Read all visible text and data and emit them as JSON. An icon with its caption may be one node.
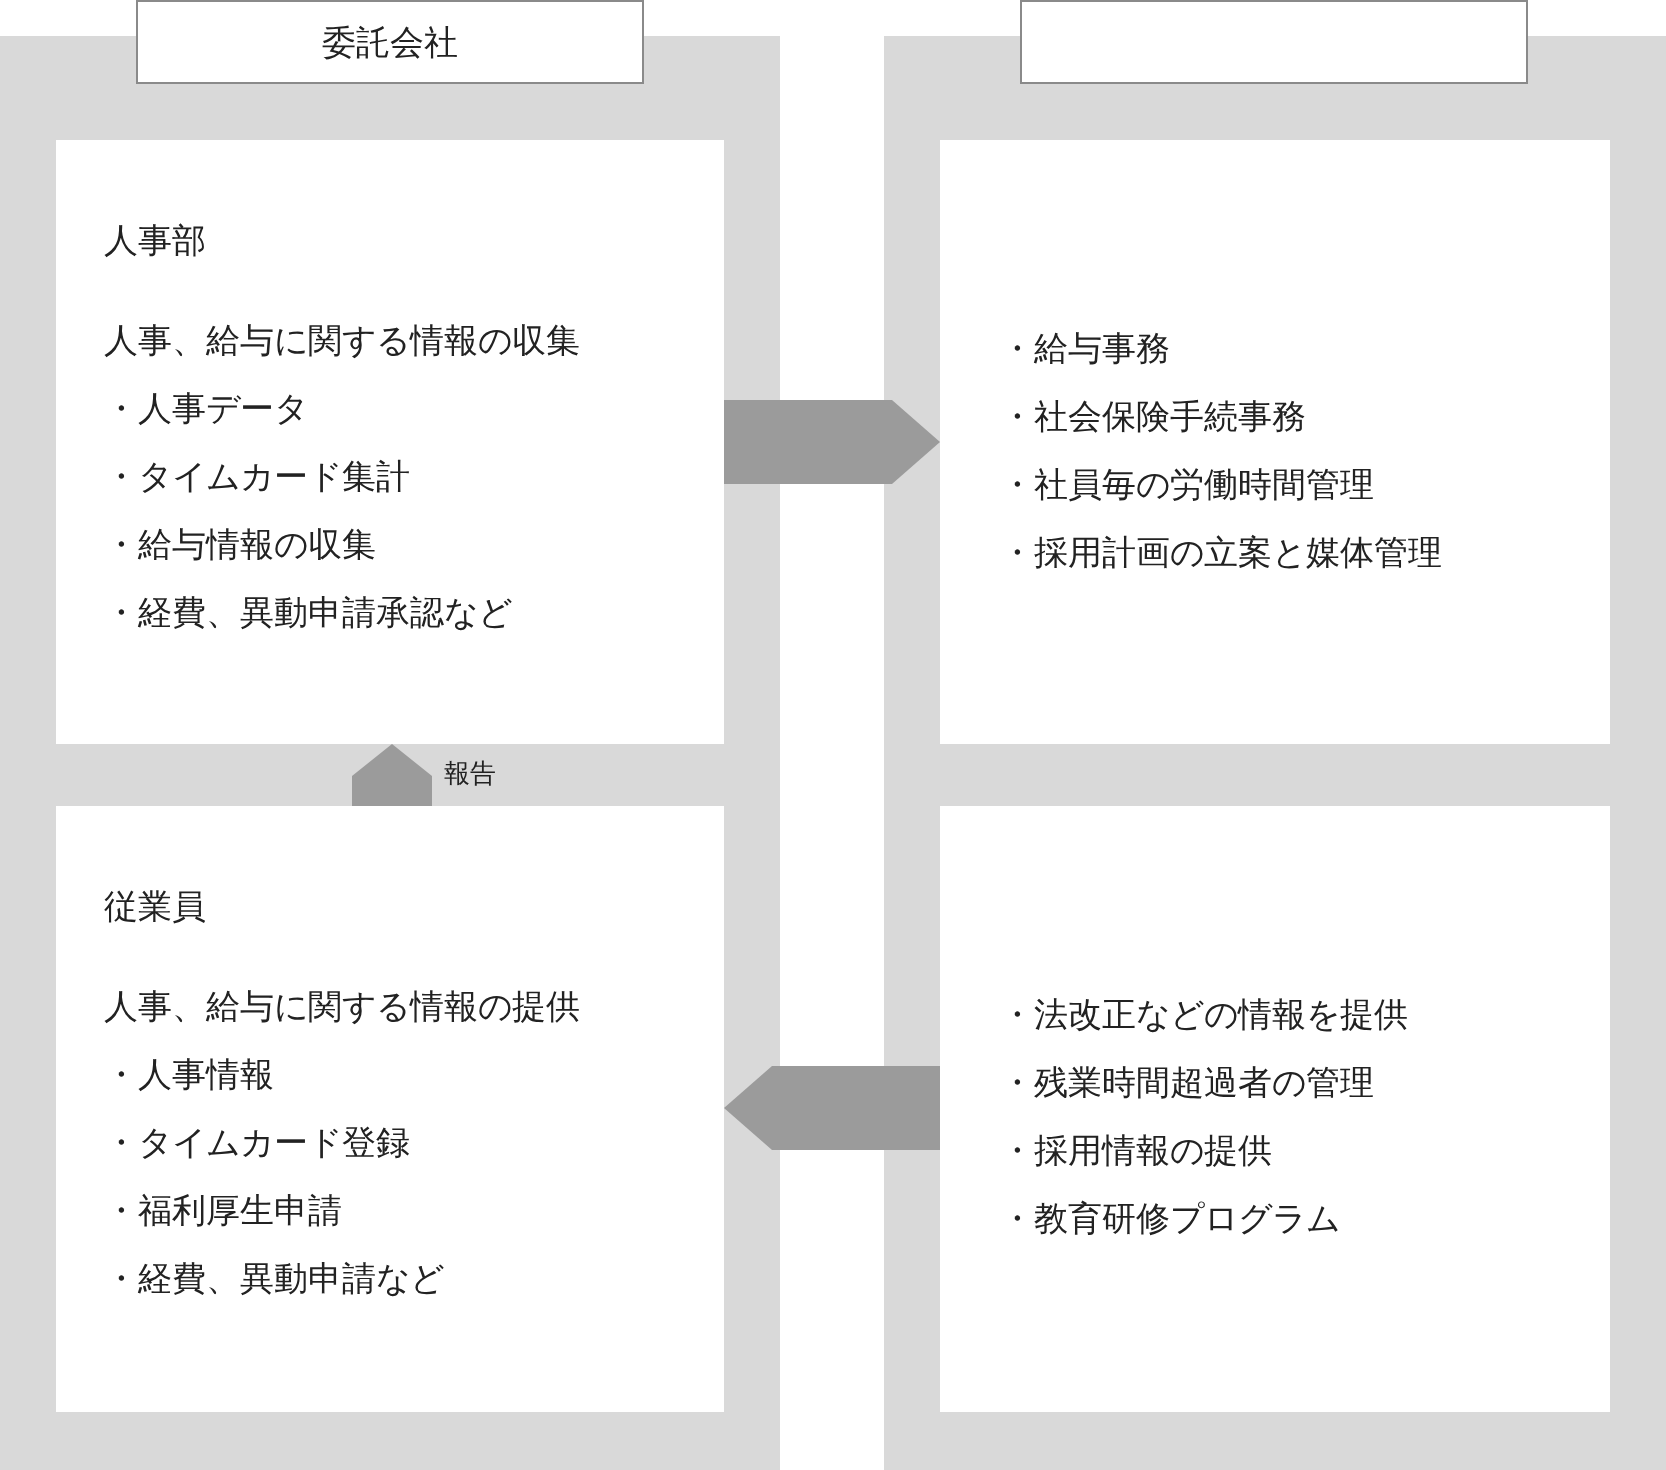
{
  "diagram": {
    "nodes": [
      {
        "text": [
          "委託会社"
        ]
      },
      {
        "text": [
          "人事部",
          "人事、給与に関する情報の収集",
          "・人事データ",
          "・タイムカード集計",
          "・給与情報の収集",
          "・経費、異動申請承認など"
        ],
        "in": 0
      },
      {
        "text": [
          "従業員",
          "人事、給与に関する情報の提供",
          "・人事情報",
          "・タイムカード登録",
          "・福利厚生申請",
          "・経費、異動申請など"
        ],
        "in": 0
      },
      {
        "text": [],
        "shape": "band"
      },
      {
        "text": [
          "・給与事務",
          "・社会保険手続事務",
          "・社員毎の労働時間管理",
          "・採用計画の立案と媒体管理"
        ],
        "in": 3
      },
      {
        "text": [
          "・法改正などの情報を提供",
          "・残業時間超過者の管理",
          "・採用情報の提供",
          "・教育研修プログラム"
        ],
        "in": 3
      }
    ],
    "edges": [
      {
        "from": 1,
        "to": 4,
        "arrow": "to"
      },
      {
        "from": 5,
        "to": 2,
        "arrow": "to"
      },
      {
        "from": 2,
        "to": 1,
        "arrow": "to",
        "label": "報告"
      }
    ]
  }
}
